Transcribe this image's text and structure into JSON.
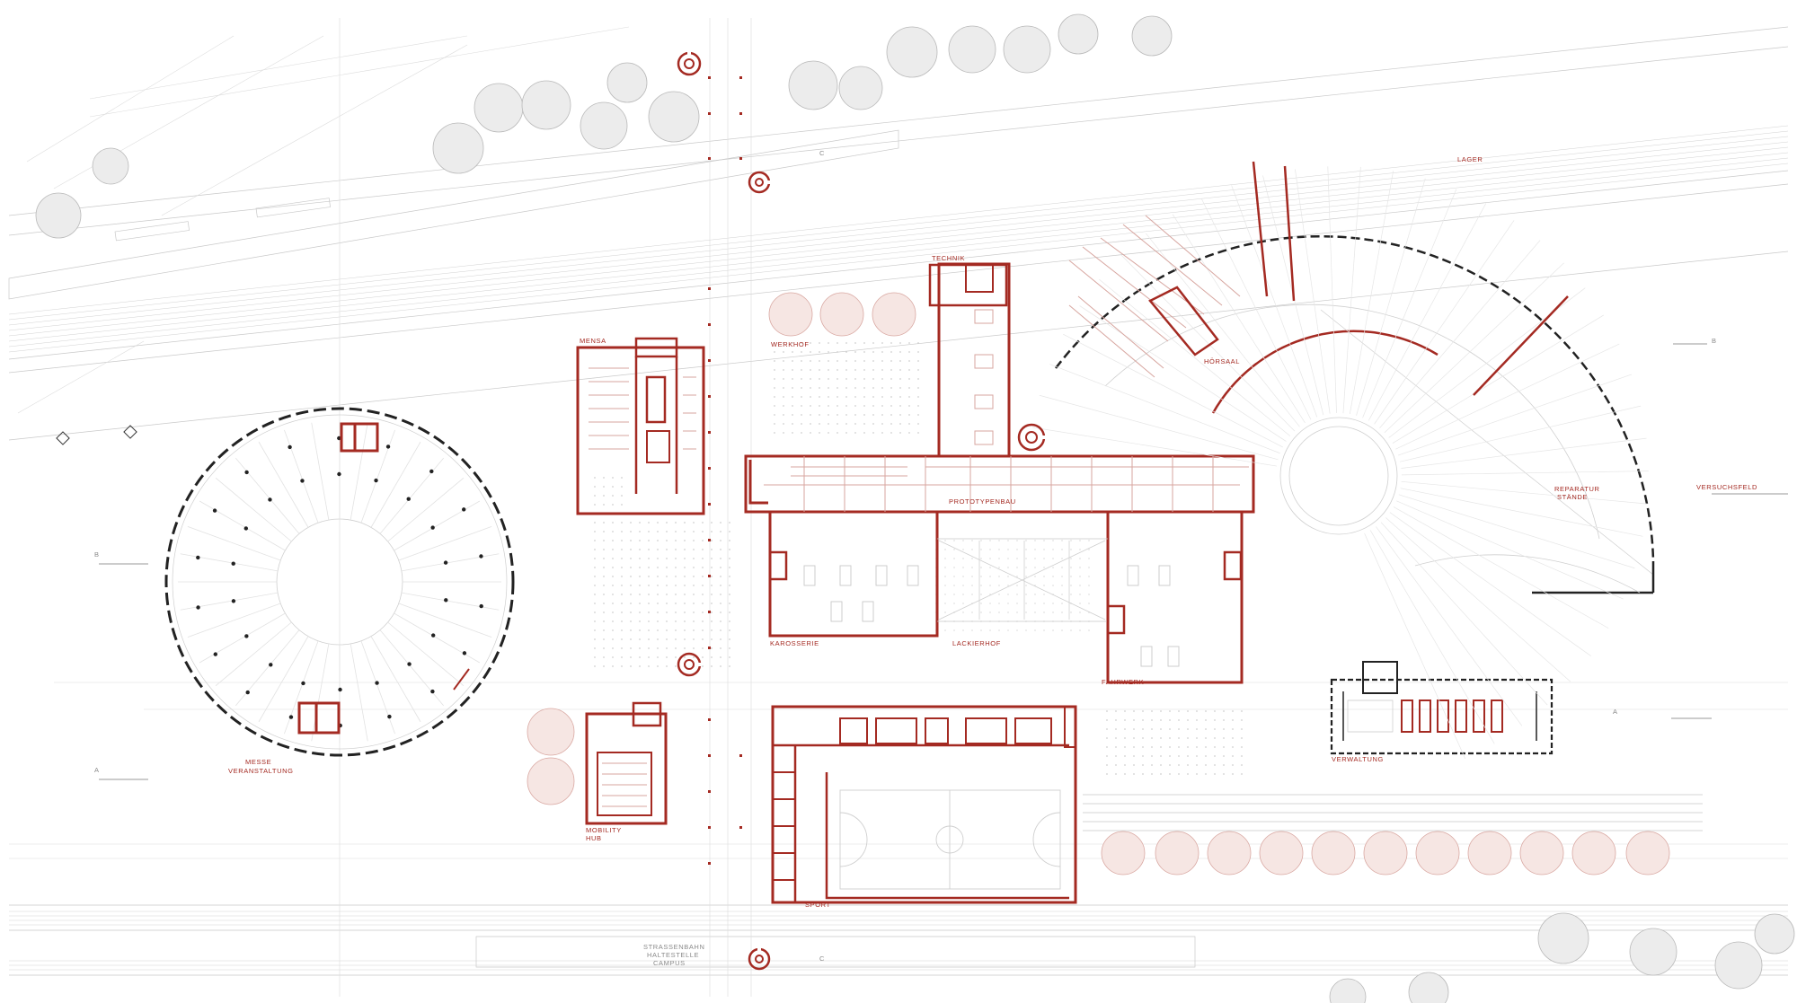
{
  "labels": {
    "section_b": "B",
    "section_a": "A",
    "section_c": "C",
    "mensa": "MENSA",
    "werkhof": "WERKHOF",
    "technik": "TECHNIK",
    "prototypenbau": "PROTOTYPENBAU",
    "karosserie": "KAROSSERIE",
    "lackierhof": "LACKIERHOF",
    "fahrwerk": "FAHRWERK",
    "messe_line1": "MESSE",
    "messe_line2": "VERANSTALTUNG",
    "mobility_line1": "MOBILITY",
    "mobility_line2": "HUB",
    "sport": "SPORT",
    "verwaltung": "VERWALTUNG",
    "lager": "LAGER",
    "hoersaal": "HÖRSAAL",
    "reparatur_line1": "REPARATUR",
    "reparatur_line2": "STÄNDE",
    "versuchsfeld": "VERSUCHSFELD",
    "strassenbahn_line1": "STRASSENBAHN",
    "strassenbahn_line2": "HALTESTELLE",
    "strassenbahn_line3": "CAMPUS"
  },
  "colors": {
    "wall": "#a42a22",
    "linework": "#c9c9c9",
    "tree": "#ececec"
  }
}
